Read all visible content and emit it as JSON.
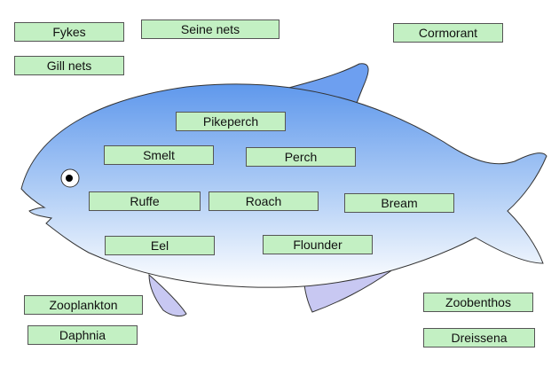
{
  "colors": {
    "label_fill": "#c3f0c3",
    "label_border": "#555555",
    "fish_top": "#5f98ec",
    "fish_bottom": "#ffffff",
    "fin_upper": "#6d9ff0",
    "fin_lower": "#c8c8f2"
  },
  "fishing_gear": {
    "fykes": "Fykes",
    "seine_nets": "Seine nets",
    "gill_nets": "Gill nets"
  },
  "predators": {
    "cormorant": "Cormorant"
  },
  "fish_species": {
    "pikeperch": "Pikeperch",
    "smelt": "Smelt",
    "perch": "Perch",
    "ruffe": "Ruffe",
    "roach": "Roach",
    "bream": "Bream",
    "eel": "Eel",
    "flounder": "Flounder"
  },
  "food_base": {
    "zooplankton": "Zooplankton",
    "daphnia": "Daphnia",
    "zoobenthos": "Zoobenthos",
    "dreissena": "Dreissena"
  }
}
